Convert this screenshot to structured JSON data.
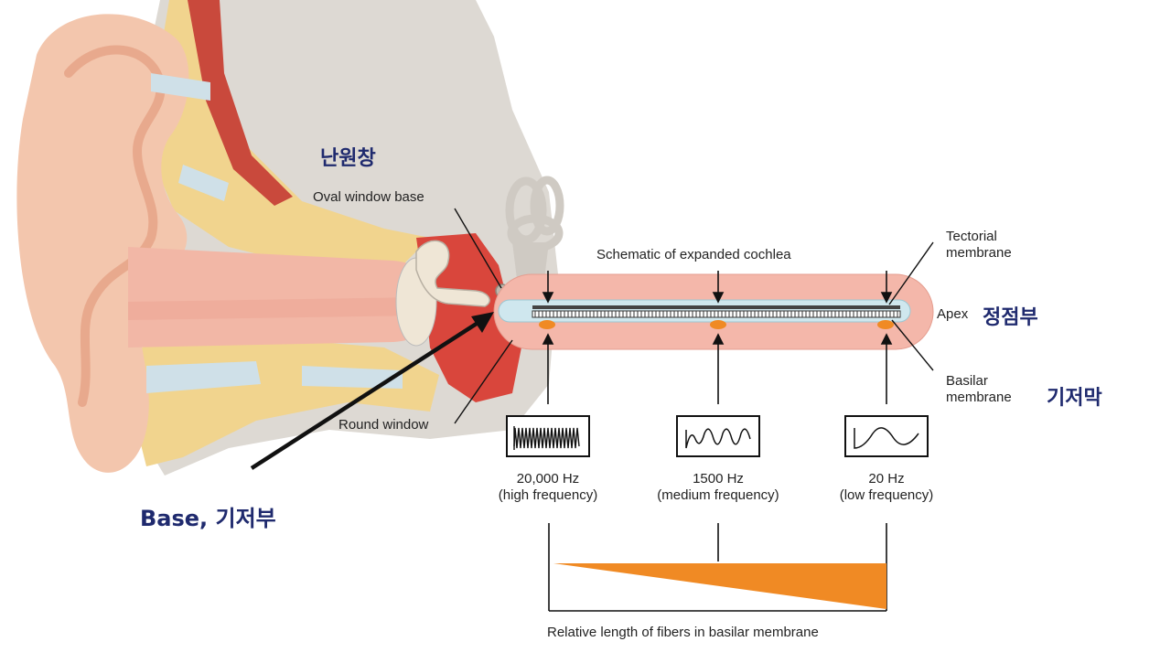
{
  "labels": {
    "oval_window_ko": "난원창",
    "oval_window_base": "Oval window base",
    "round_window": "Round window",
    "schematic_title": "Schematic of expanded cochlea",
    "tectorial": [
      "Tectorial",
      "membrane"
    ],
    "apex": "Apex",
    "apex_ko": "정점부",
    "basilar": [
      "Basilar",
      "membrane"
    ],
    "basilar_ko": "기저막",
    "base_ko": "Base, 기저부",
    "bottom_caption": "Relative length of fibers in basilar membrane"
  },
  "frequencies": [
    {
      "hz": "20,000 Hz",
      "desc": "(high frequency)"
    },
    {
      "hz": "1500 Hz",
      "desc": "(medium frequency)"
    },
    {
      "hz": "20 Hz",
      "desc": "(low frequency)"
    }
  ],
  "colors": {
    "skin": "#f3c6ad",
    "skin_dark": "#e8a98d",
    "bone": "#ddd9d3",
    "fat": "#f1d48e",
    "canal": "#f2b7a6",
    "red": "#d9463c",
    "cochlea_tube": "#f4b7aa",
    "fluid": "#cfe7ee",
    "orange": "#f08a24",
    "ko_text": "#1f2a6e"
  }
}
